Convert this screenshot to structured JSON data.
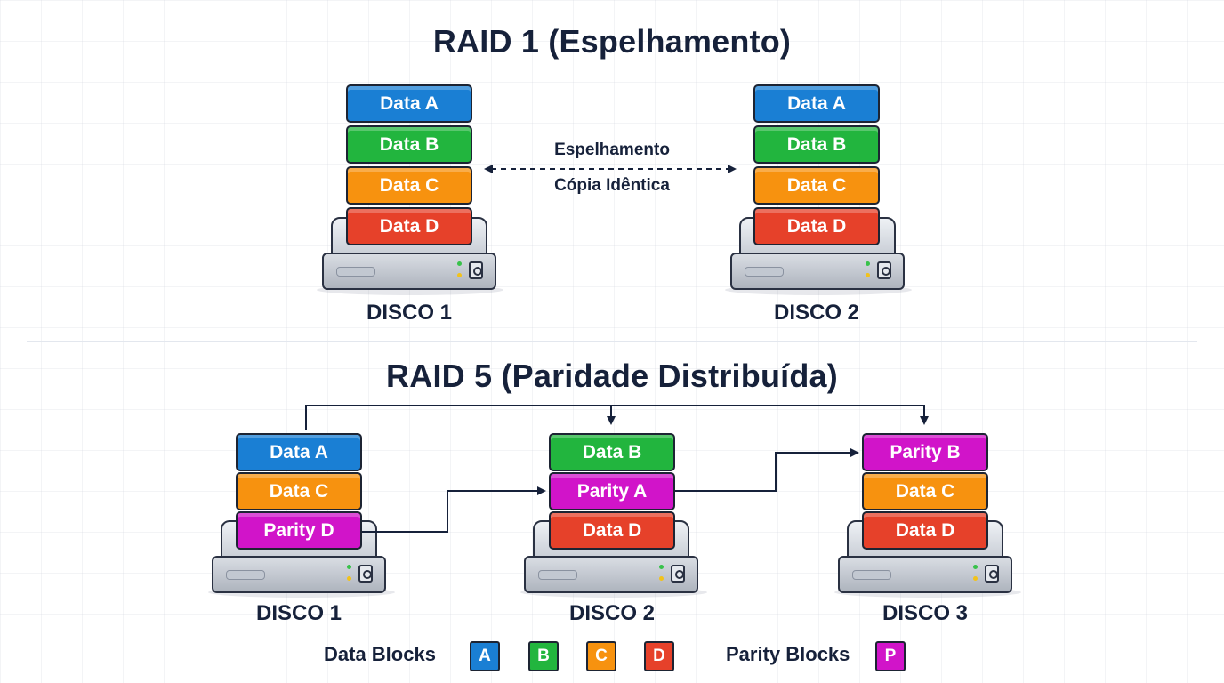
{
  "raid1": {
    "title": "RAID 1 (Espelhamento)",
    "mirror_label_top": "Espelhamento",
    "mirror_label_bottom": "Cópia Idêntica",
    "disks": [
      {
        "label": "DISCO 1",
        "blocks": [
          "Data A",
          "Data B",
          "Data C",
          "Data D"
        ]
      },
      {
        "label": "DISCO 2",
        "blocks": [
          "Data A",
          "Data B",
          "Data C",
          "Data D"
        ]
      }
    ]
  },
  "raid5": {
    "title": "RAID 5 (Paridade Distribuída)",
    "disks": [
      {
        "label": "DISCO 1",
        "blocks": [
          "Data A",
          "Data C",
          "Parity D"
        ]
      },
      {
        "label": "DISCO 2",
        "blocks": [
          "Data B",
          "Parity A",
          "Data D"
        ]
      },
      {
        "label": "DISCO 3",
        "blocks": [
          "Parity B",
          "Data C",
          "Data D"
        ]
      }
    ]
  },
  "legend": {
    "data_label": "Data Blocks",
    "data_items": [
      "A",
      "B",
      "C",
      "D"
    ],
    "parity_label": "Parity Blocks",
    "parity_item": "P"
  },
  "colors": {
    "A": "#1a7fd4",
    "B": "#22b53e",
    "C": "#f7920f",
    "D": "#e6412a",
    "P": "#d114c9",
    "ink": "#16213a"
  }
}
